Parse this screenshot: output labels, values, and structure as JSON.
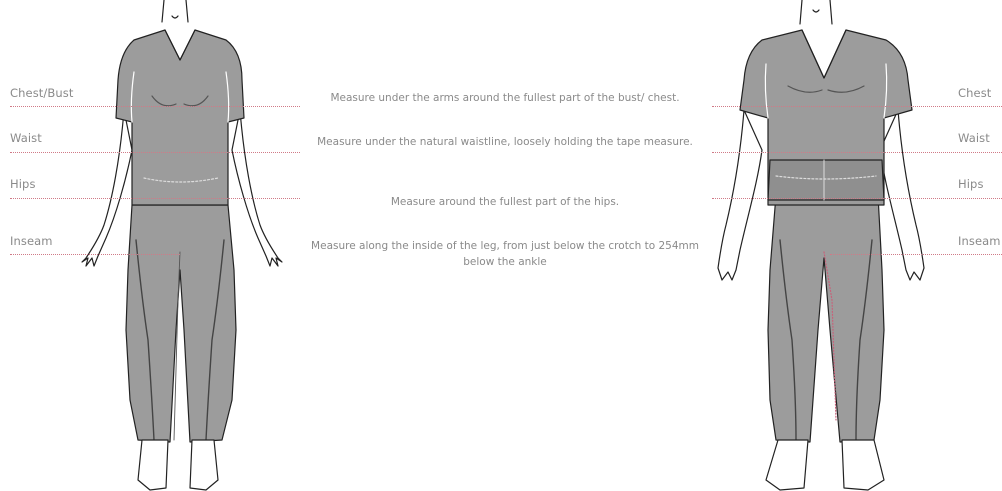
{
  "left_labels": {
    "chest": "Chest/Bust",
    "waist": "Waist",
    "hips": "Hips",
    "inseam": "Inseam"
  },
  "right_labels": {
    "chest": "Chest",
    "waist": "Waist",
    "hips": "Hips",
    "inseam": "Inseam"
  },
  "instructions": {
    "chest": "Measure under the arms around the fullest part of the bust/ chest.",
    "waist": "Measure under the natural waistline, loosely holding the tape measure.",
    "hips": "Measure around the fullest part of the hips.",
    "inseam": "Measure along the inside of the leg, from just below the crotch to 254mm below the ankle"
  },
  "colors": {
    "guide_line": "#d07a87",
    "garment_fill": "#9c9c9c",
    "outline": "#222222",
    "text": "#8a8a8a"
  }
}
